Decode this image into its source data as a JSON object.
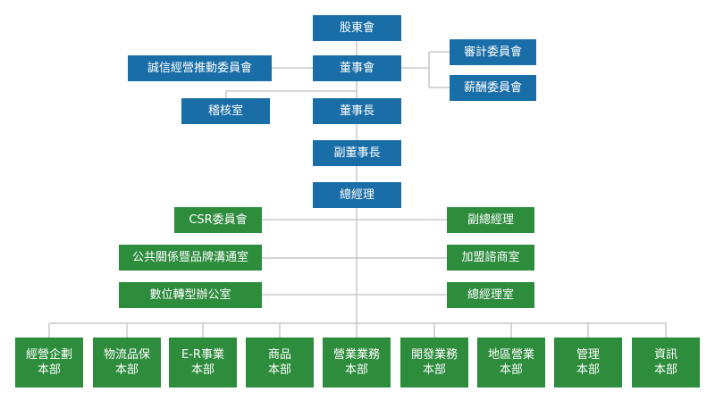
{
  "colors": {
    "executive": "#1a6ea8",
    "division": "#2e8c3d",
    "connector": "#c8c8c8",
    "text": "#ffffff"
  },
  "nodes": {
    "shareholders": "股東會",
    "integrity_committee": "誠信經營推動委員會",
    "board": "董事會",
    "audit_committee": "審計委員會",
    "remuneration_committee": "薪酬委員會",
    "internal_audit": "稽核室",
    "chairman": "董事長",
    "vice_chairman": "副董事長",
    "president": "總經理",
    "csr_committee": "CSR委員會",
    "vice_president": "副總經理",
    "pr_brand": "公共關係暨品牌溝通室",
    "franchise_advisory": "加盟諮商室",
    "digital_transformation": "數位轉型辦公室",
    "president_office": "總經理室"
  },
  "divisions": [
    "經營企劃\n本部",
    "物流品保\n本部",
    "E-R事業\n本部",
    "商品\n本部",
    "營業業務\n本部",
    "開發業務\n本部",
    "地區營業\n本部",
    "管理\n本部",
    "資訊\n本部"
  ]
}
